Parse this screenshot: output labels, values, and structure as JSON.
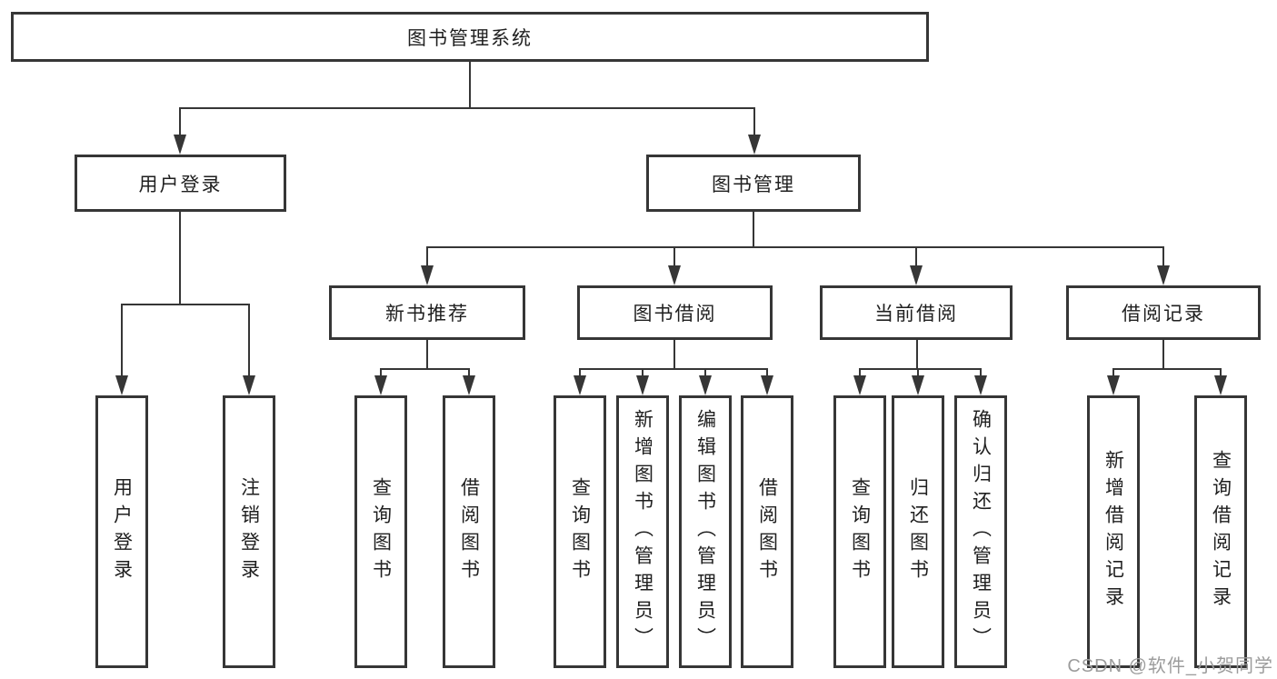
{
  "diagram": {
    "title": "图书管理系统",
    "branches": [
      {
        "label": "用户登录",
        "children": [
          {
            "label": "用户登录"
          },
          {
            "label": "注销登录"
          }
        ]
      },
      {
        "label": "图书管理",
        "children": [
          {
            "label": "新书推荐",
            "children": [
              {
                "label": "查询图书"
              },
              {
                "label": "借阅图书"
              }
            ]
          },
          {
            "label": "图书借阅",
            "children": [
              {
                "label": "查询图书"
              },
              {
                "label": "新增图书（管理员）"
              },
              {
                "label": "编辑图书（管理员）"
              },
              {
                "label": "借阅图书"
              }
            ]
          },
          {
            "label": "当前借阅",
            "children": [
              {
                "label": "查询图书"
              },
              {
                "label": "归还图书"
              },
              {
                "label": "确认归还（管理员）"
              }
            ]
          },
          {
            "label": "借阅记录",
            "children": [
              {
                "label": "新增借阅记录"
              },
              {
                "label": "查询借阅记录"
              }
            ]
          }
        ]
      }
    ]
  },
  "watermark": {
    "text": "CSDN @软件_小贺同学"
  },
  "colors": {
    "line": "#363636",
    "box_border": "#363636",
    "text": "#1f1f1f",
    "watermark": "#9c9c9c",
    "background": "#ffffff"
  }
}
